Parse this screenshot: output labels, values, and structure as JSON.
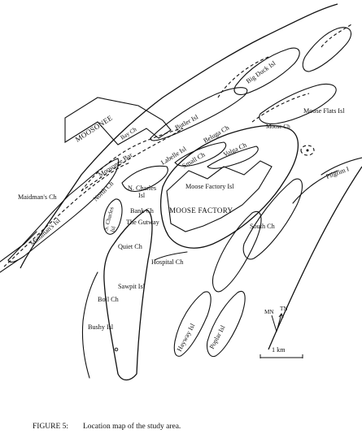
{
  "towns": {
    "moosonee": "MOOSONEE",
    "moose_factory": "MOOSE FACTORY"
  },
  "islands": {
    "big_duck": "Big Duck Isl",
    "butler": "Butler Isl",
    "moose_flats": "Moose Flats Isl",
    "pilgrim": "Pilgrim I",
    "maidmans": "Maidman's Isl",
    "n_charles": "N. Charles",
    "n_charles_suffix": "Isl",
    "moose_factory": "Moose Factory Isl",
    "charles": "S. Charles",
    "charles_suffix": "Isl",
    "sawpit": "Sawpit Isl",
    "bushy": "Bushy Isl",
    "hayway": "Hayway Isl",
    "poplar": "Poplar Isl"
  },
  "channels": {
    "moose_ch": "Moose Ch",
    "beluga": "Beluga Ch",
    "labelle": "Labelle Isl",
    "small": "Small Ch",
    "volga": "Volga Ch",
    "maidmans_ch": "Maidman's Ch",
    "moosonee_bar": "Moosonee Bar",
    "bay_ch": "Bay Ch",
    "north_ch": "North Ch",
    "bank": "Bank Ch",
    "gutway": "The Gutway",
    "quiet": "Quiet Ch",
    "hospital": "Hospital Ch",
    "south": "South Ch",
    "boil": "Boil Ch"
  },
  "legend": {
    "magnetic_north": "MN",
    "true_north": "TN",
    "scale": "1 km"
  },
  "caption": {
    "figure": "FIGURE 5:",
    "text": "Location map of the study area."
  }
}
